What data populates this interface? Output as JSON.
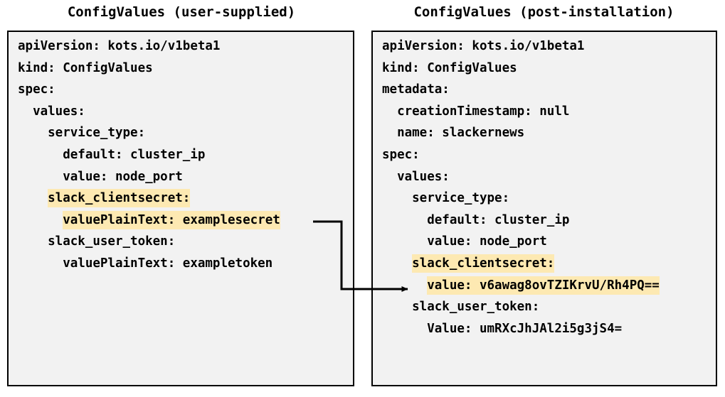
{
  "panels": {
    "left": {
      "title": "ConfigValues (user-supplied)",
      "lines": [
        {
          "segments": [
            {
              "text": "apiVersion: kots.io/v1beta1",
              "highlight": false
            }
          ]
        },
        {
          "segments": [
            {
              "text": "kind: ConfigValues",
              "highlight": false
            }
          ]
        },
        {
          "segments": [
            {
              "text": "spec:",
              "highlight": false
            }
          ]
        },
        {
          "segments": [
            {
              "text": "  values:",
              "highlight": false
            }
          ]
        },
        {
          "segments": [
            {
              "text": "    service_type:",
              "highlight": false
            }
          ]
        },
        {
          "segments": [
            {
              "text": "      default: cluster_ip",
              "highlight": false
            }
          ]
        },
        {
          "segments": [
            {
              "text": "      value: node_port",
              "highlight": false
            }
          ]
        },
        {
          "segments": [
            {
              "text": "    ",
              "highlight": false
            },
            {
              "text": "slack_clientsecret:",
              "highlight": true
            }
          ]
        },
        {
          "segments": [
            {
              "text": "      ",
              "highlight": false
            },
            {
              "text": "valuePlainText: examplesecret",
              "highlight": true
            }
          ]
        },
        {
          "segments": [
            {
              "text": "    slack_user_token:",
              "highlight": false
            }
          ]
        },
        {
          "segments": [
            {
              "text": "      valuePlainText: exampletoken",
              "highlight": false
            }
          ]
        }
      ]
    },
    "right": {
      "title": "ConfigValues (post-installation)",
      "lines": [
        {
          "segments": [
            {
              "text": "apiVersion: kots.io/v1beta1",
              "highlight": false
            }
          ]
        },
        {
          "segments": [
            {
              "text": "kind: ConfigValues",
              "highlight": false
            }
          ]
        },
        {
          "segments": [
            {
              "text": "metadata:",
              "highlight": false
            }
          ]
        },
        {
          "segments": [
            {
              "text": "  creationTimestamp: null",
              "highlight": false
            }
          ]
        },
        {
          "segments": [
            {
              "text": "  name: slackernews",
              "highlight": false
            }
          ]
        },
        {
          "segments": [
            {
              "text": "spec:",
              "highlight": false
            }
          ]
        },
        {
          "segments": [
            {
              "text": "  values:",
              "highlight": false
            }
          ]
        },
        {
          "segments": [
            {
              "text": "    service_type:",
              "highlight": false
            }
          ]
        },
        {
          "segments": [
            {
              "text": "      default: cluster_ip",
              "highlight": false
            }
          ]
        },
        {
          "segments": [
            {
              "text": "      value: node_port",
              "highlight": false
            }
          ]
        },
        {
          "segments": [
            {
              "text": "    ",
              "highlight": false
            },
            {
              "text": "slack_clientsecret:",
              "highlight": true
            }
          ]
        },
        {
          "segments": [
            {
              "text": "      ",
              "highlight": false
            },
            {
              "text": "value: v6awag8ovTZIKrvU/Rh4PQ==",
              "highlight": true
            }
          ]
        },
        {
          "segments": [
            {
              "text": "    slack_user_token:",
              "highlight": false
            }
          ]
        },
        {
          "segments": [
            {
              "text": "      Value: umRXcJhJAl2i5g3jS4=",
              "highlight": false
            }
          ]
        }
      ]
    }
  },
  "connector": {
    "label": "transformation-arrow",
    "from": "examplesecret",
    "to": "v6awag8ovTZIKrvU/Rh4PQ==",
    "color": "#000000"
  },
  "colors": {
    "highlight": "#fde9b2",
    "box_background": "#f2f2f2",
    "box_border": "#000000",
    "text": "#000000",
    "page_background": "#ffffff"
  }
}
